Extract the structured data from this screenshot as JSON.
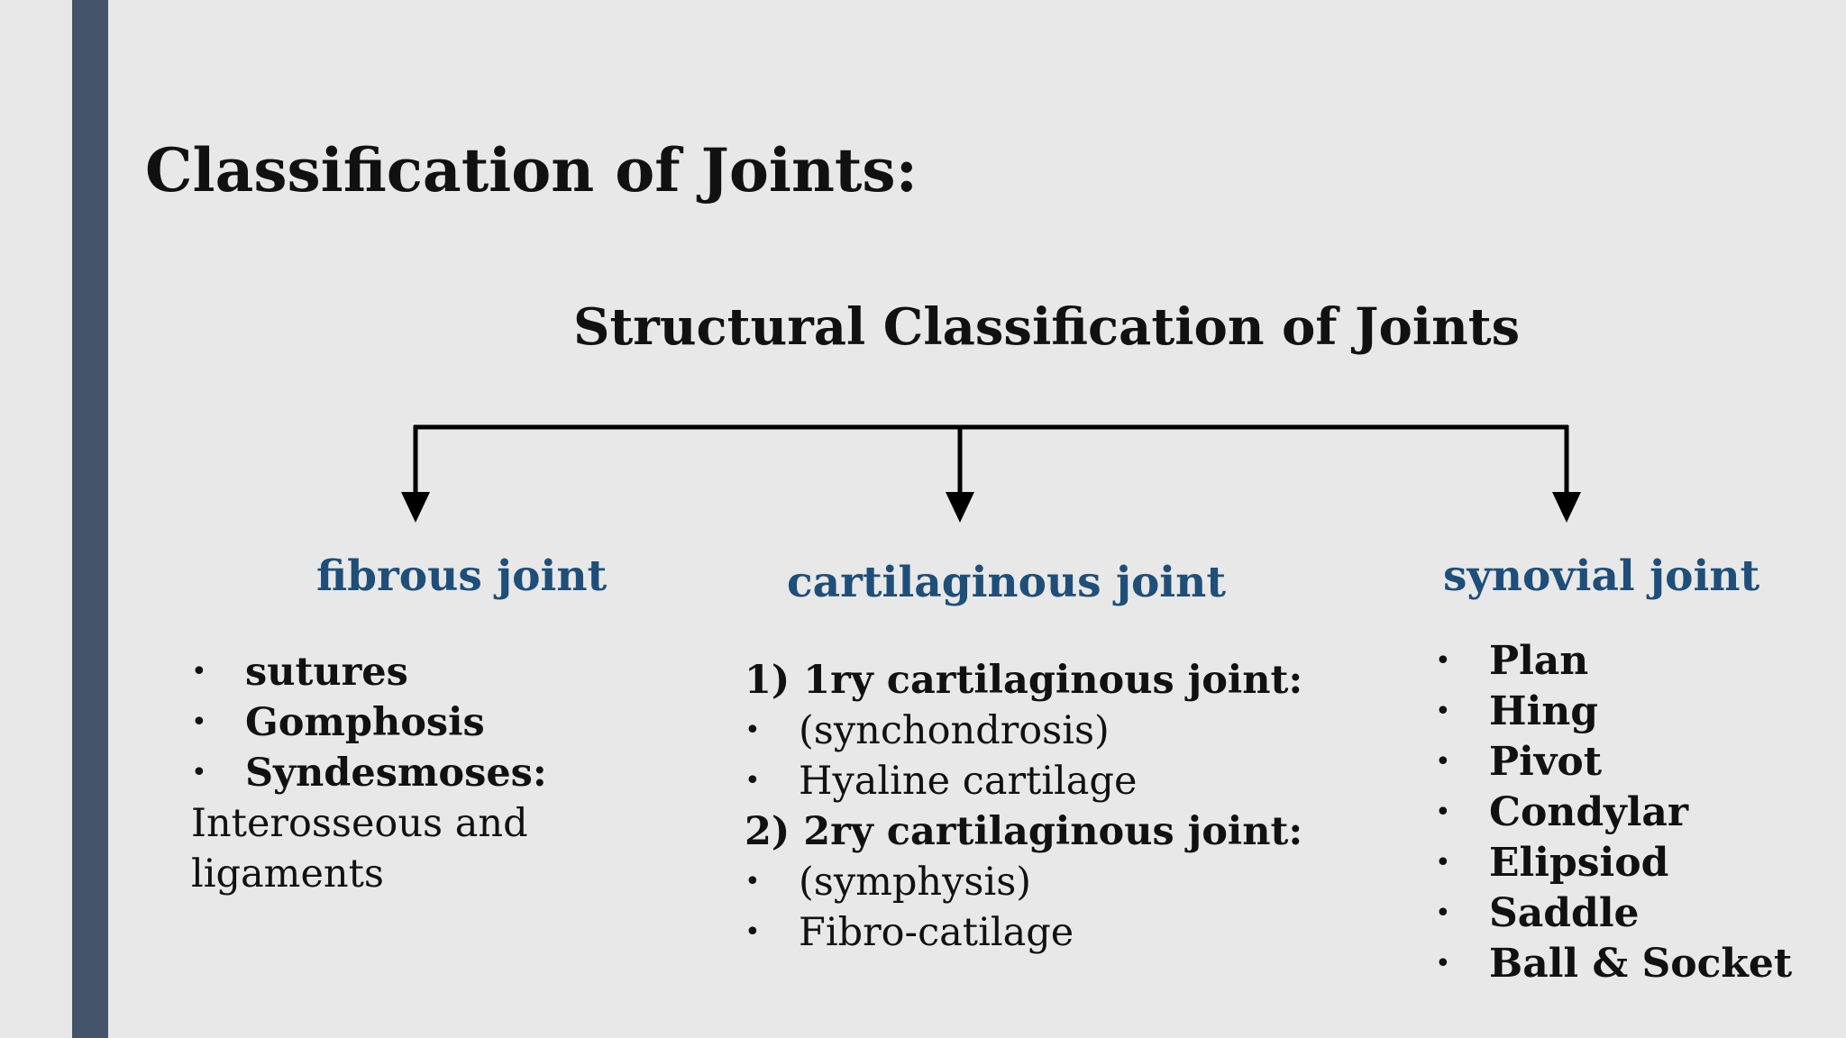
{
  "title": "Classification of Joints:",
  "subtitle": "Structural Classification of Joints",
  "branches": [
    {
      "heading": "fibrous joint",
      "items": [
        {
          "text": "sutures",
          "bullet": true,
          "bold": true
        },
        {
          "text": "Gomphosis",
          "bullet": true,
          "bold": true
        },
        {
          "text": "Syndesmoses:",
          "bullet": true,
          "bold": true
        },
        {
          "text": "Interosseous and",
          "bullet": false,
          "bold": false
        },
        {
          "text": "ligaments",
          "bullet": false,
          "bold": false
        }
      ]
    },
    {
      "heading": "cartilaginous joint",
      "items": [
        {
          "text": "1) 1ry cartilaginous joint:",
          "bullet": false,
          "bold": true
        },
        {
          "text": "(synchondrosis)",
          "bullet": true,
          "bold": false
        },
        {
          "text": "Hyaline cartilage",
          "bullet": true,
          "bold": false
        },
        {
          "text": "2) 2ry cartilaginous joint:",
          "bullet": false,
          "bold": true
        },
        {
          "text": "(symphysis)",
          "bullet": true,
          "bold": false
        },
        {
          "text": "Fibro-catilage",
          "bullet": true,
          "bold": false
        }
      ]
    },
    {
      "heading": "synovial joint",
      "items": [
        {
          "text": "Plan",
          "bullet": true,
          "bold": true
        },
        {
          "text": "Hing",
          "bullet": true,
          "bold": true
        },
        {
          "text": "Pivot",
          "bullet": true,
          "bold": true
        },
        {
          "text": "Condylar",
          "bullet": true,
          "bold": true
        },
        {
          "text": "Elipsiod",
          "bullet": true,
          "bold": true
        },
        {
          "text": "Saddle",
          "bullet": true,
          "bold": true
        },
        {
          "text": "Ball & Socket",
          "bullet": true,
          "bold": true
        }
      ]
    }
  ],
  "colors": {
    "background": "#e8e8e8",
    "sidebar": "#44546a",
    "heading": "#1f4e79"
  }
}
